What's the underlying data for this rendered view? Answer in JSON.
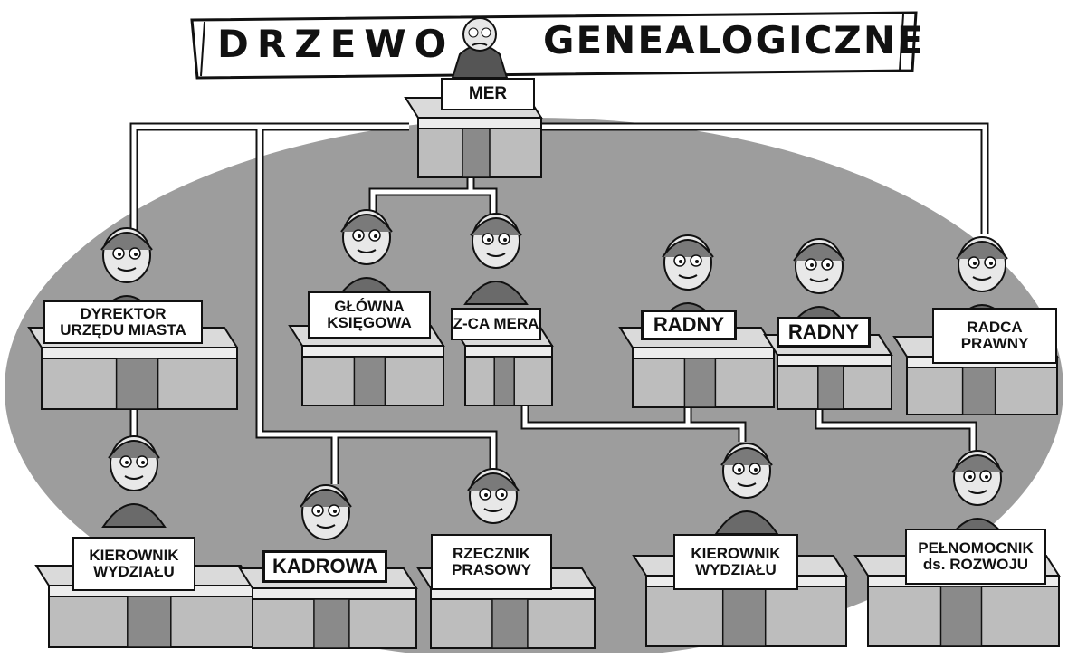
{
  "title": {
    "left_word": "DRZEWO",
    "right_word": "GENEALOGICZNE"
  },
  "colors": {
    "background_oval": "#9d9d9d",
    "desk_top": "#dadada",
    "desk_front": "#bdbdbd",
    "ink": "#111111",
    "connector": "#ffffff"
  },
  "positions": {
    "mer": "MER",
    "dyrektor": "DYREKTOR\nURZĘDU MIASTA",
    "glowna_ksiegowa": "GŁÓWNA\nKSIĘGOWA",
    "zca_mera": "Z-CA MERA",
    "radny_1": "RADNY",
    "radny_2": "RADNY",
    "radca_prawny": "RADCA\nPRAWNY",
    "kierownik_1": "KIEROWNIK\nWYDZIAŁU",
    "kadrowa": "KADROWA",
    "rzecznik": "RZECZNIK\nPRASOWY",
    "kierownik_2": "KIEROWNIK\nWYDZIAŁU",
    "pelnomocnik": "PEŁNOMOCNIK\nds. ROZWOJU"
  }
}
